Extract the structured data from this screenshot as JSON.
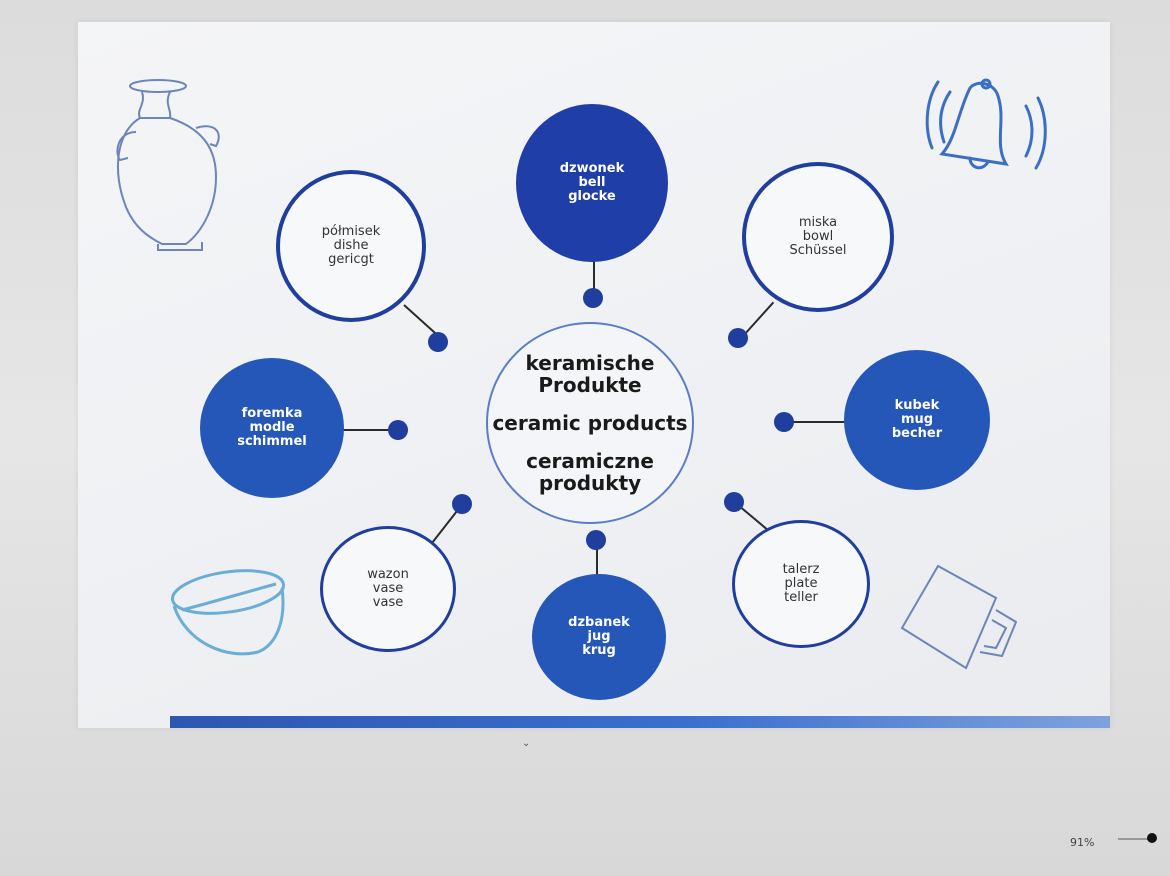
{
  "center": {
    "line1": "keramische",
    "line2": "Produkte",
    "line3": "ceramic products",
    "line4": "ceramiczne",
    "line5": "produkty"
  },
  "nodes": {
    "bell": {
      "l1": "dzwonek",
      "l2": "bell",
      "l3": "glocke"
    },
    "dish": {
      "l1": "półmisek",
      "l2": "dishe",
      "l3": "gericgt"
    },
    "bowl": {
      "l1": "miska",
      "l2": "bowl",
      "l3": "Schüssel"
    },
    "mold": {
      "l1": "foremka",
      "l2": "modle",
      "l3": "schimmel"
    },
    "mug": {
      "l1": "kubek",
      "l2": "mug",
      "l3": "becher"
    },
    "vase": {
      "l1": "wazon",
      "l2": "vase",
      "l3": "vase"
    },
    "jug": {
      "l1": "dzbanek",
      "l2": "jug",
      "l3": "krug"
    },
    "plate": {
      "l1": "talerz",
      "l2": "plate",
      "l3": "teller"
    }
  },
  "icons": [
    "amphora-icon",
    "bell-icon",
    "bowl-icon",
    "mug-icon"
  ],
  "status": {
    "zoom": "91%"
  },
  "colors": {
    "dark_blue": "#1f3ea8",
    "mid_blue": "#2557b8",
    "outline_blue": "#1f3e9e",
    "icon_blue": "#3b6fc4"
  }
}
